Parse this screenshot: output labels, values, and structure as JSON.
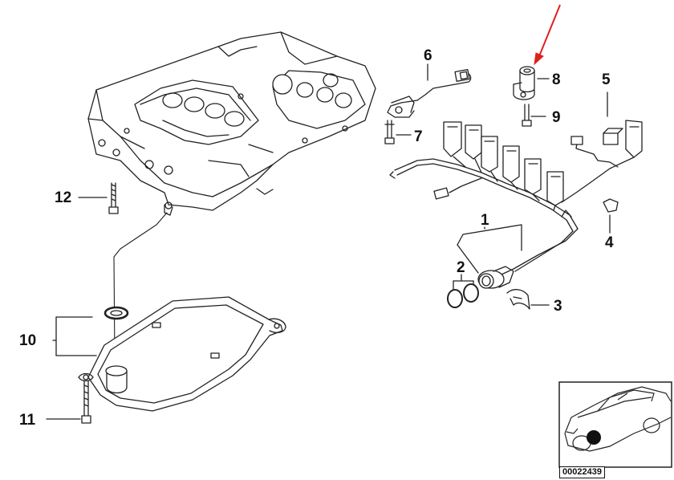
{
  "diagram": {
    "labels": {
      "p1": "1",
      "p2": "2",
      "p3": "3",
      "p4": "4",
      "p5": "5",
      "p6": "6",
      "p7": "7",
      "p8": "8",
      "p9": "9",
      "p10": "10",
      "p11": "11",
      "p12": "12"
    },
    "reference_code": "00022439",
    "highlight_color": "#e02020",
    "line_color": "#222222"
  }
}
